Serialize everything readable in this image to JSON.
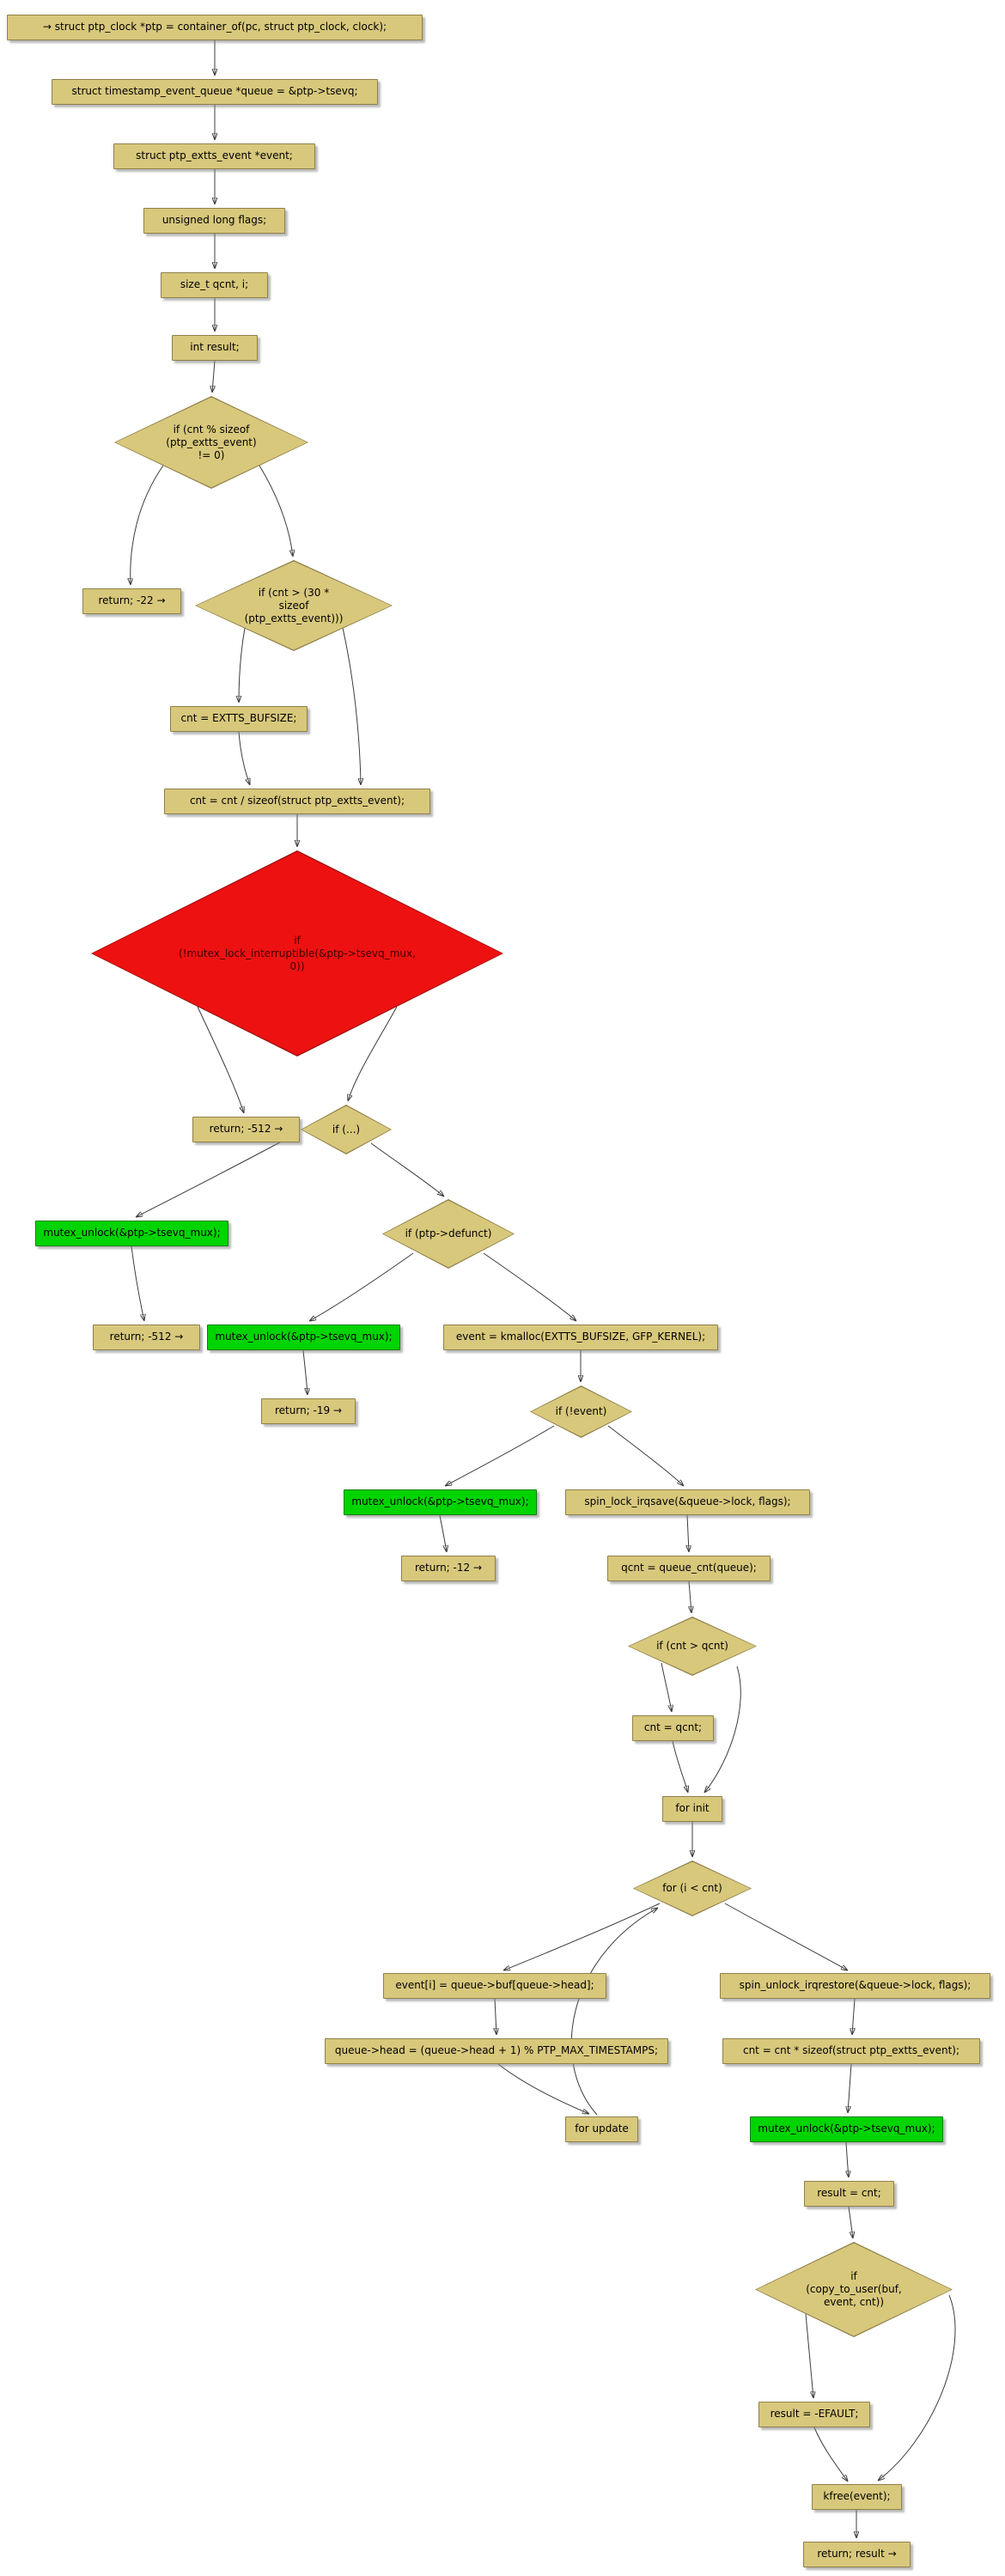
{
  "diagram": {
    "description": "Control-flow graph of a kernel ptp_read-style function",
    "palette": {
      "node_fill": "#d8c87c",
      "node_border": "#8f8049",
      "green_fill": "#00d400",
      "green_border": "#0c7c0c",
      "red_fill": "#ee1111",
      "red_border": "#991111",
      "edge": "#3c3c3c",
      "background": "#ffffff"
    },
    "nodes": [
      {
        "id": "entry",
        "label": "→ struct ptp_clock *ptp = container_of(pc, struct ptp_clock, clock);"
      },
      {
        "id": "decl-queue",
        "label": "struct timestamp_event_queue *queue = &ptp->tsevq;"
      },
      {
        "id": "decl-event",
        "label": "struct ptp_extts_event *event;"
      },
      {
        "id": "decl-flags",
        "label": "unsigned long flags;"
      },
      {
        "id": "decl-qcnt-i",
        "label": "size_t qcnt, i;"
      },
      {
        "id": "decl-result",
        "label": "int result;"
      },
      {
        "id": "cond-cnt-mod",
        "label": "if (cnt % sizeof\n(ptp_extts_event)\n!= 0)"
      },
      {
        "id": "return-22",
        "label": "return; -22 →"
      },
      {
        "id": "cond-cnt-gt",
        "label": "if (cnt > (30 *\nsizeof\n(ptp_extts_event)))"
      },
      {
        "id": "cnt-bufsize",
        "label": "cnt = EXTTS_BUFSIZE;"
      },
      {
        "id": "cnt-div",
        "label": "cnt = cnt / sizeof(struct ptp_extts_event);"
      },
      {
        "id": "cond-mutex-lock",
        "label": "if\n(!mutex_lock_interruptible(&ptp->tsevq_mux,\n0))"
      },
      {
        "id": "return-512-a",
        "label": "return; -512 →"
      },
      {
        "id": "cond-ellipsis",
        "label": "if (...)"
      },
      {
        "id": "mutex-unlock-1",
        "label": "mutex_unlock(&ptp->tsevq_mux);"
      },
      {
        "id": "cond-defunct",
        "label": "if (ptp->defunct)"
      },
      {
        "id": "return-512-b",
        "label": "return; -512 →"
      },
      {
        "id": "mutex-unlock-2",
        "label": "mutex_unlock(&ptp->tsevq_mux);"
      },
      {
        "id": "kmalloc",
        "label": "event = kmalloc(EXTTS_BUFSIZE, GFP_KERNEL);"
      },
      {
        "id": "return-19",
        "label": "return; -19 →"
      },
      {
        "id": "cond-not-event",
        "label": "if (!event)"
      },
      {
        "id": "mutex-unlock-3",
        "label": "mutex_unlock(&ptp->tsevq_mux);"
      },
      {
        "id": "spin-lock",
        "label": "spin_lock_irqsave(&queue->lock, flags);"
      },
      {
        "id": "return-12",
        "label": "return; -12 →"
      },
      {
        "id": "qcnt-queue-cnt",
        "label": "qcnt = queue_cnt(queue);"
      },
      {
        "id": "cond-cnt-gt-qcnt",
        "label": "if (cnt > qcnt)"
      },
      {
        "id": "cnt-eq-qcnt",
        "label": "cnt = qcnt;"
      },
      {
        "id": "for-init",
        "label": "for init"
      },
      {
        "id": "for-cond",
        "label": "for (i < cnt)"
      },
      {
        "id": "event-assign",
        "label": "event[i] = queue->buf[queue->head];"
      },
      {
        "id": "spin-unlock",
        "label": "spin_unlock_irqrestore(&queue->lock, flags);"
      },
      {
        "id": "queue-head",
        "label": "queue->head = (queue->head + 1) % PTP_MAX_TIMESTAMPS;"
      },
      {
        "id": "cnt-mul",
        "label": "cnt = cnt * sizeof(struct ptp_extts_event);"
      },
      {
        "id": "for-update",
        "label": "for update"
      },
      {
        "id": "mutex-unlock-4",
        "label": "mutex_unlock(&ptp->tsevq_mux);"
      },
      {
        "id": "result-cnt",
        "label": "result = cnt;"
      },
      {
        "id": "cond-copy-to-user",
        "label": "if\n(copy_to_user(buf,\nevent, cnt))"
      },
      {
        "id": "result-efault",
        "label": "result = -EFAULT;"
      },
      {
        "id": "kfree",
        "label": "kfree(event);"
      },
      {
        "id": "return-result",
        "label": "return; result →"
      }
    ],
    "edges": [
      [
        0,
        1
      ],
      [
        1,
        2
      ],
      [
        2,
        3
      ],
      [
        3,
        4
      ],
      [
        4,
        5
      ],
      [
        5,
        6
      ],
      [
        6,
        7
      ],
      [
        6,
        8
      ],
      [
        8,
        9
      ],
      [
        8,
        10
      ],
      [
        9,
        10
      ],
      [
        10,
        11
      ],
      [
        11,
        12
      ],
      [
        11,
        13
      ],
      [
        13,
        14
      ],
      [
        13,
        15
      ],
      [
        14,
        16
      ],
      [
        15,
        17
      ],
      [
        15,
        18
      ],
      [
        17,
        19
      ],
      [
        18,
        20
      ],
      [
        20,
        21
      ],
      [
        20,
        22
      ],
      [
        21,
        23
      ],
      [
        22,
        24
      ],
      [
        24,
        25
      ],
      [
        25,
        26
      ],
      [
        25,
        27
      ],
      [
        26,
        27
      ],
      [
        27,
        28
      ],
      [
        28,
        29
      ],
      [
        28,
        30
      ],
      [
        29,
        31
      ],
      [
        31,
        33
      ],
      [
        33,
        28
      ],
      [
        30,
        32
      ],
      [
        32,
        34
      ],
      [
        34,
        35
      ],
      [
        35,
        36
      ],
      [
        36,
        37
      ],
      [
        36,
        38
      ],
      [
        37,
        38
      ],
      [
        38,
        39
      ]
    ]
  }
}
